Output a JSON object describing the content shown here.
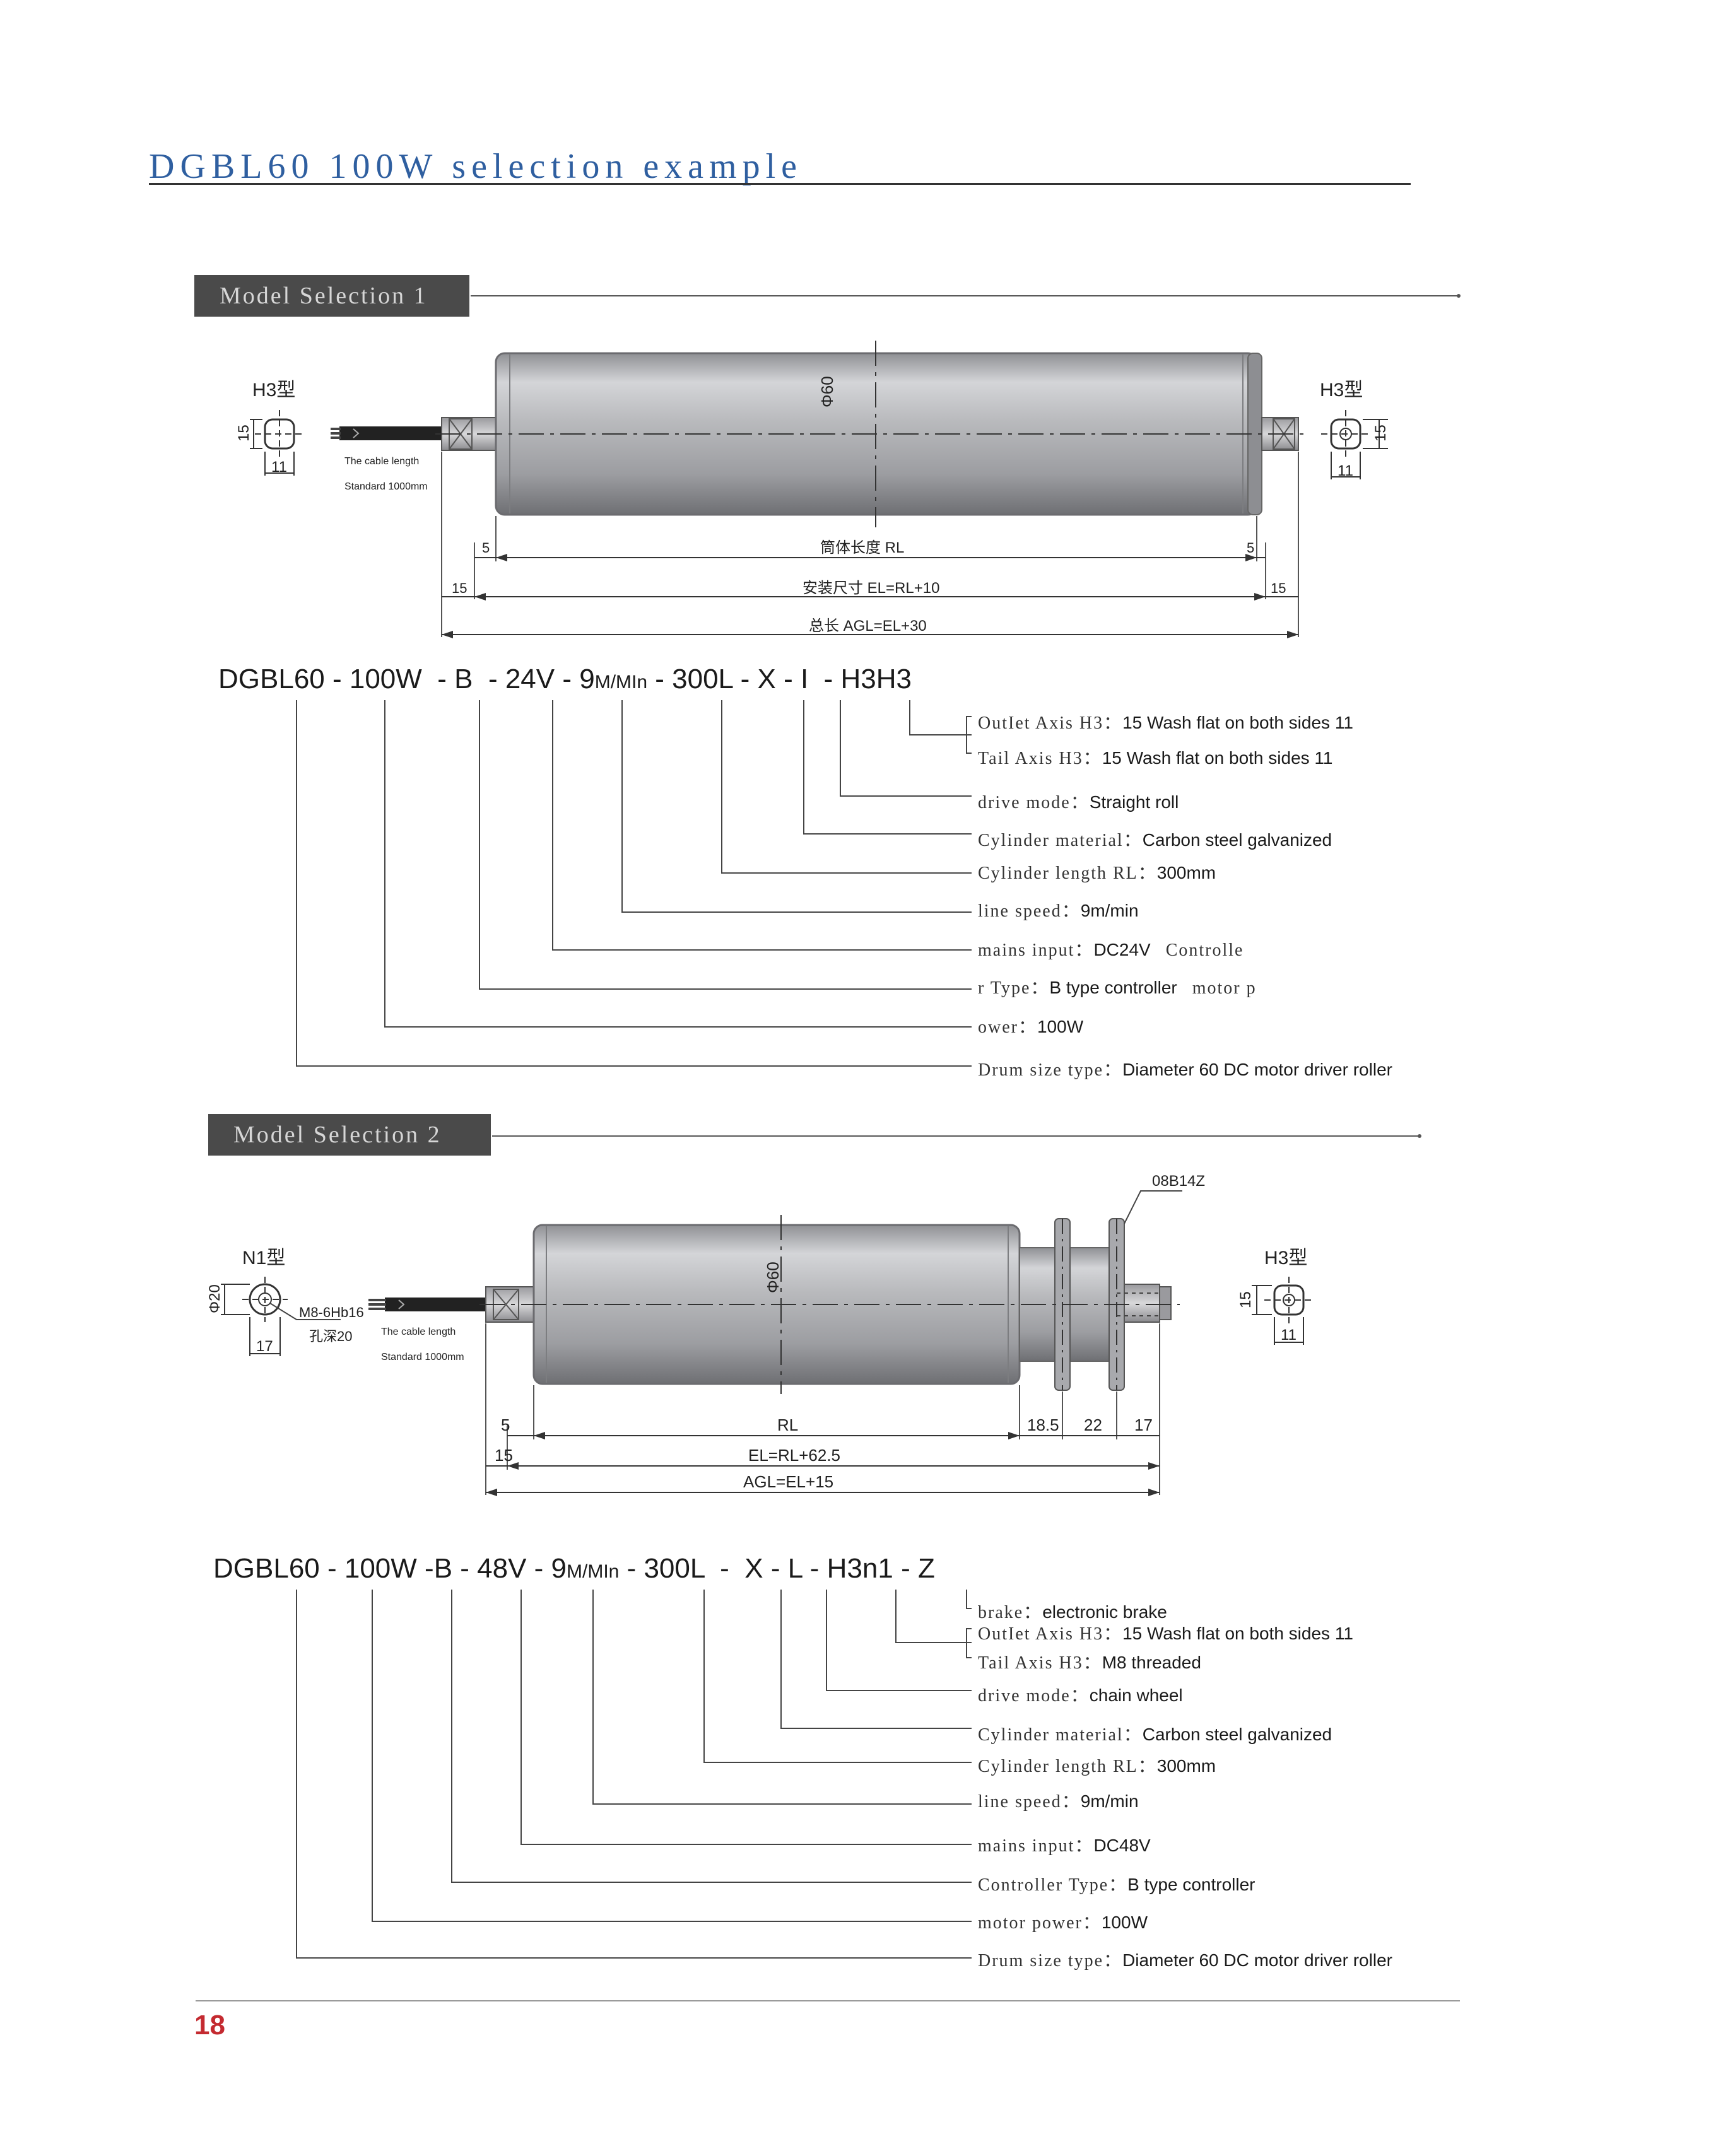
{
  "title": "DGBL60 100W  selection example",
  "sections": [
    {
      "tab": "Model Selection 1",
      "drawing": {
        "left_end_label": "H3型",
        "right_end_label": "H3型",
        "left_flat": "15",
        "left_width": "11",
        "right_flat": "15",
        "right_width": "11",
        "cable_note_1": "The cable length",
        "cable_note_2": "Standard 1000mm",
        "diameter": "Φ60",
        "dim_left_5": "5",
        "dim_rl": "筒体长度 RL",
        "dim_right_5": "5",
        "dim_left_15": "15",
        "dim_el": "安装尺寸 EL=RL+10",
        "dim_right_15": "15",
        "dim_agl": "总长 AGL=EL+30"
      },
      "code": {
        "p1": "DGBL60",
        "p2": " - 100W",
        "p3": "  - B",
        "p4": "  - 24V",
        "p5": " - 9",
        "p5u": "M/MIn",
        "p6": " - 300L",
        "p7": " - X",
        "p8": " - I",
        "p9": "  - H3H3"
      },
      "legend": [
        {
          "key": "OutIet Axis H3：",
          "value": "15 Wash flat on both sides 11",
          "extra": ""
        },
        {
          "key": "Tail Axis H3：",
          "value": "15 Wash flat on both sides 11",
          "extra": ""
        },
        {
          "key": "drive mode：",
          "value": "Straight roll",
          "extra": ""
        },
        {
          "key": "Cylinder material：",
          "value": "Carbon steel galvanized",
          "extra": ""
        },
        {
          "key": "Cylinder length RL：",
          "value": "300mm",
          "extra": ""
        },
        {
          "key": "line speed：",
          "value": "9m/min",
          "extra": ""
        },
        {
          "key": "mains input：",
          "value": "DC24V",
          "extra": "Controlle"
        },
        {
          "key": "r Type：",
          "value": "B type controller",
          "extra": "motor p"
        },
        {
          "key": "ower：",
          "value": "100W",
          "extra": ""
        },
        {
          "key": "Drum size type：",
          "value": "Diameter 60 DC motor driver roller",
          "extra": ""
        }
      ]
    },
    {
      "tab": "Model Selection 2",
      "drawing": {
        "left_end_label": "N1型",
        "right_end_label": "H3型",
        "left_dia": "Φ20",
        "left_width": "17",
        "thread_1": "M8-6Hb16",
        "thread_2": "孔深20",
        "right_flat": "15",
        "right_width": "11",
        "sprocket": "08B14Z",
        "cable_note_1": "The cable length",
        "cable_note_2": "Standard 1000mm",
        "diameter": "Φ60",
        "dim_5": "5",
        "dim_rl": "RL",
        "dim_185": "18.5",
        "dim_22": "22",
        "dim_17": "17",
        "dim_15": "15",
        "dim_el": "EL=RL+62.5",
        "dim_agl": "AGL=EL+15"
      },
      "code": {
        "p1": "DGBL60",
        "p2": " - 100W",
        "p3": " -B",
        "p4": " - 48V",
        "p5": " - 9",
        "p5u": "M/MIn",
        "p6": " - 300L",
        "p7": "  -  X",
        "p8": " - L",
        "p9": " - H3n1",
        "p10": " - Z"
      },
      "legend": [
        {
          "key": "brake：",
          "value": "electronic brake",
          "extra": ""
        },
        {
          "key": "OutIet Axis H3：",
          "value": "15 Wash flat on both sides 11",
          "extra": ""
        },
        {
          "key": "Tail Axis H3：",
          "value": "M8 threaded",
          "extra": ""
        },
        {
          "key": "drive mode：",
          "value": "chain wheel",
          "extra": ""
        },
        {
          "key": "Cylinder material：",
          "value": "Carbon steel galvanized",
          "extra": ""
        },
        {
          "key": "Cylinder length RL：",
          "value": "300mm",
          "extra": ""
        },
        {
          "key": "line speed：",
          "value": "9m/min",
          "extra": ""
        },
        {
          "key": "mains input：",
          "value": "DC48V",
          "extra": ""
        },
        {
          "key": "Controller Type：",
          "value": "B type controller",
          "extra": ""
        },
        {
          "key": "motor power：",
          "value": "100W",
          "extra": ""
        },
        {
          "key": "Drum size type：",
          "value": "Diameter 60 DC motor driver roller",
          "extra": ""
        }
      ]
    }
  ],
  "page_number": "18"
}
